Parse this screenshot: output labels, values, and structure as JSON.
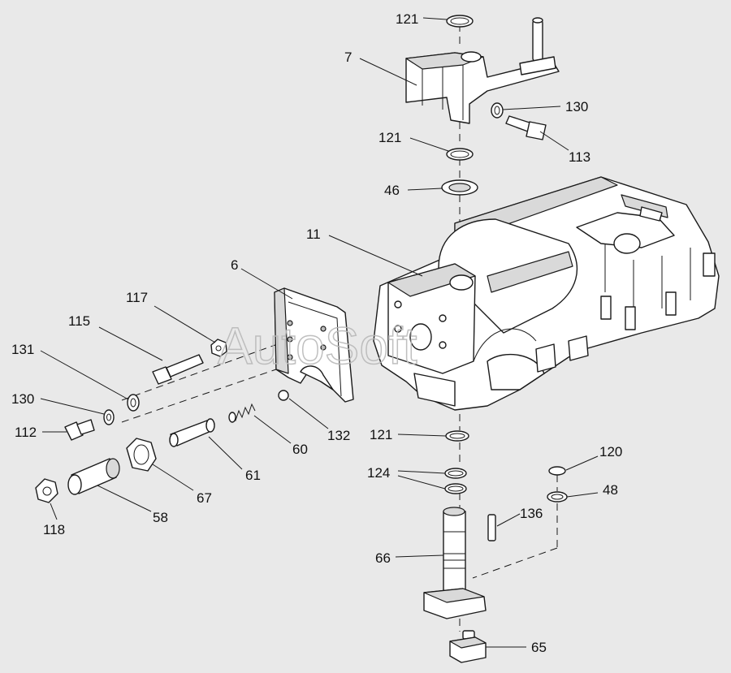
{
  "watermark": "AutoSoft",
  "labels": {
    "l121a": "121",
    "l7": "7",
    "l130a": "130",
    "l113": "113",
    "l121b": "121",
    "l46": "46",
    "l11": "11",
    "l6": "6",
    "l117": "117",
    "l115": "115",
    "l131": "131",
    "l130b": "130",
    "l112": "112",
    "l132": "132",
    "l60": "60",
    "l61": "61",
    "l67": "67",
    "l58": "58",
    "l118": "118",
    "l121c": "121",
    "l124": "124",
    "l120": "120",
    "l48": "48",
    "l136": "136",
    "l66": "66",
    "l65": "65"
  }
}
